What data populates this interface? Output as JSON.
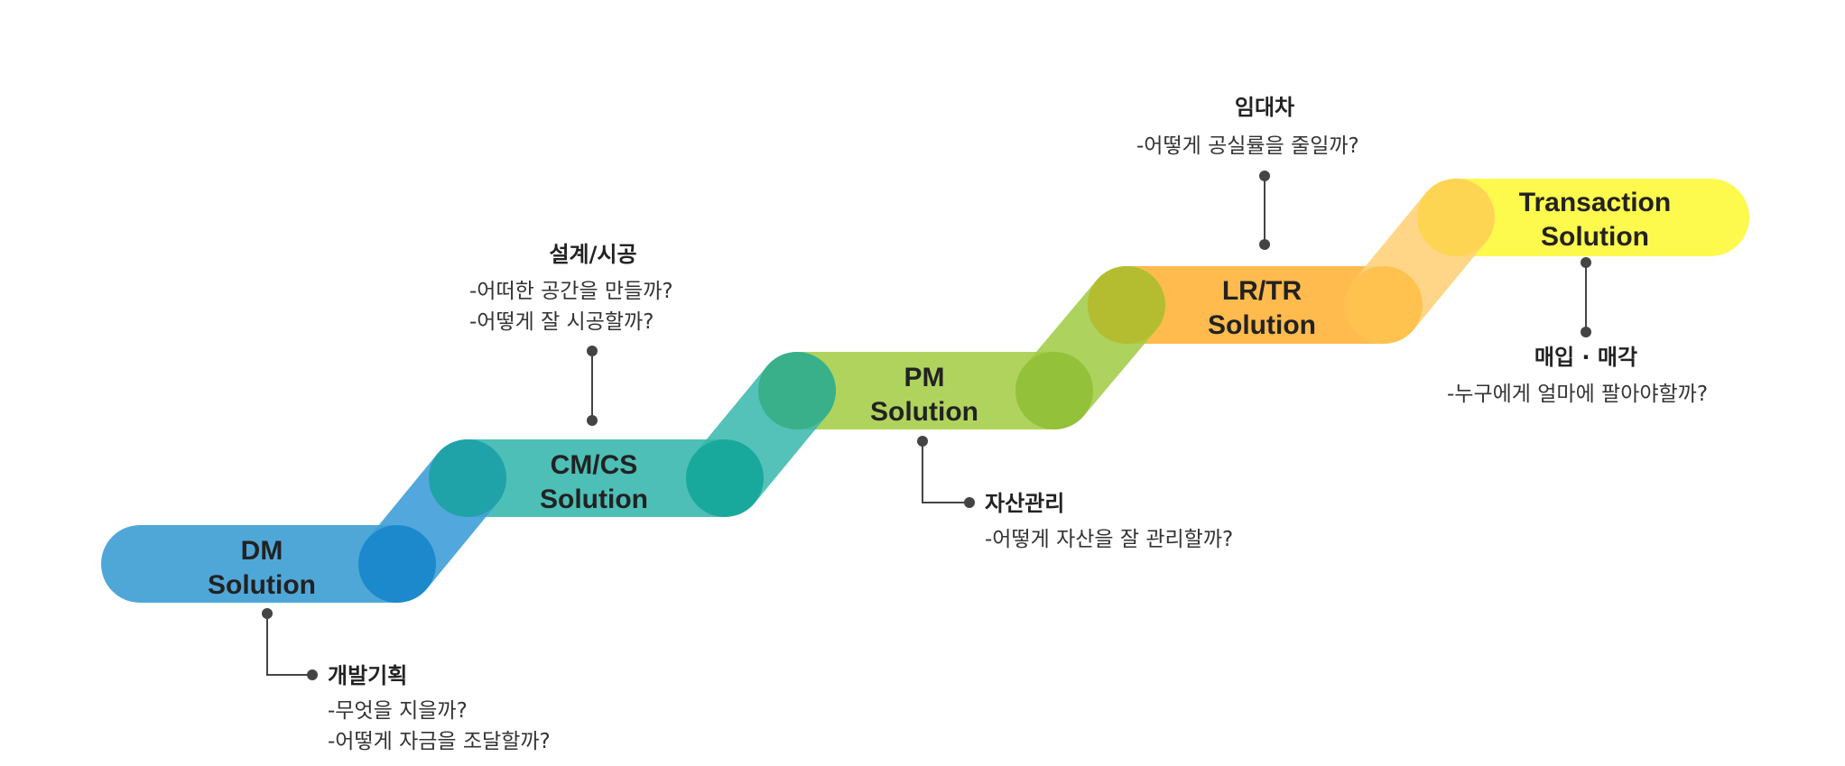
{
  "stages": [
    {
      "id": "dm",
      "label_line1": "DM",
      "label_line2": "Solution",
      "color": "#4fa7d8",
      "joint_color": "#1d89cd"
    },
    {
      "id": "cmcs",
      "label_line1": "CM/CS",
      "label_line2": "Solution",
      "color": "#4dbfb6",
      "joint_color": "#1fa9a6"
    },
    {
      "id": "pm",
      "label_line1": "PM",
      "label_line2": "Solution",
      "color": "#b0d35e",
      "joint_color": "#93c13a"
    },
    {
      "id": "lrtr",
      "label_line1": "LR/TR",
      "label_line2": "Solution",
      "color": "#ffbb4d",
      "joint_color": "#ffc24f"
    },
    {
      "id": "transaction",
      "label_line1": "Transaction",
      "label_line2": "Solution",
      "color": "#fdf94d",
      "joint_color": "#fed553"
    }
  ],
  "annotations": {
    "dev_planning": {
      "title": "개발기획",
      "line1": "-무엇을 지을까?",
      "line2": "-어떻게 자금을 조달할까?"
    },
    "design_construction": {
      "title": "설계/시공",
      "line1": "-어떠한 공간을 만들까?",
      "line2": "-어떻게 잘 시공할까?"
    },
    "asset_management": {
      "title": "자산관리",
      "line1": "-어떻게 자산을 잘 관리할까?"
    },
    "leasing": {
      "title": "임대차",
      "line1": "-어떻게 공실률을 줄일까?"
    },
    "sale": {
      "title": "매입 · 매각",
      "line1": "-누구에게 얼마에 팔아야할까?"
    }
  }
}
